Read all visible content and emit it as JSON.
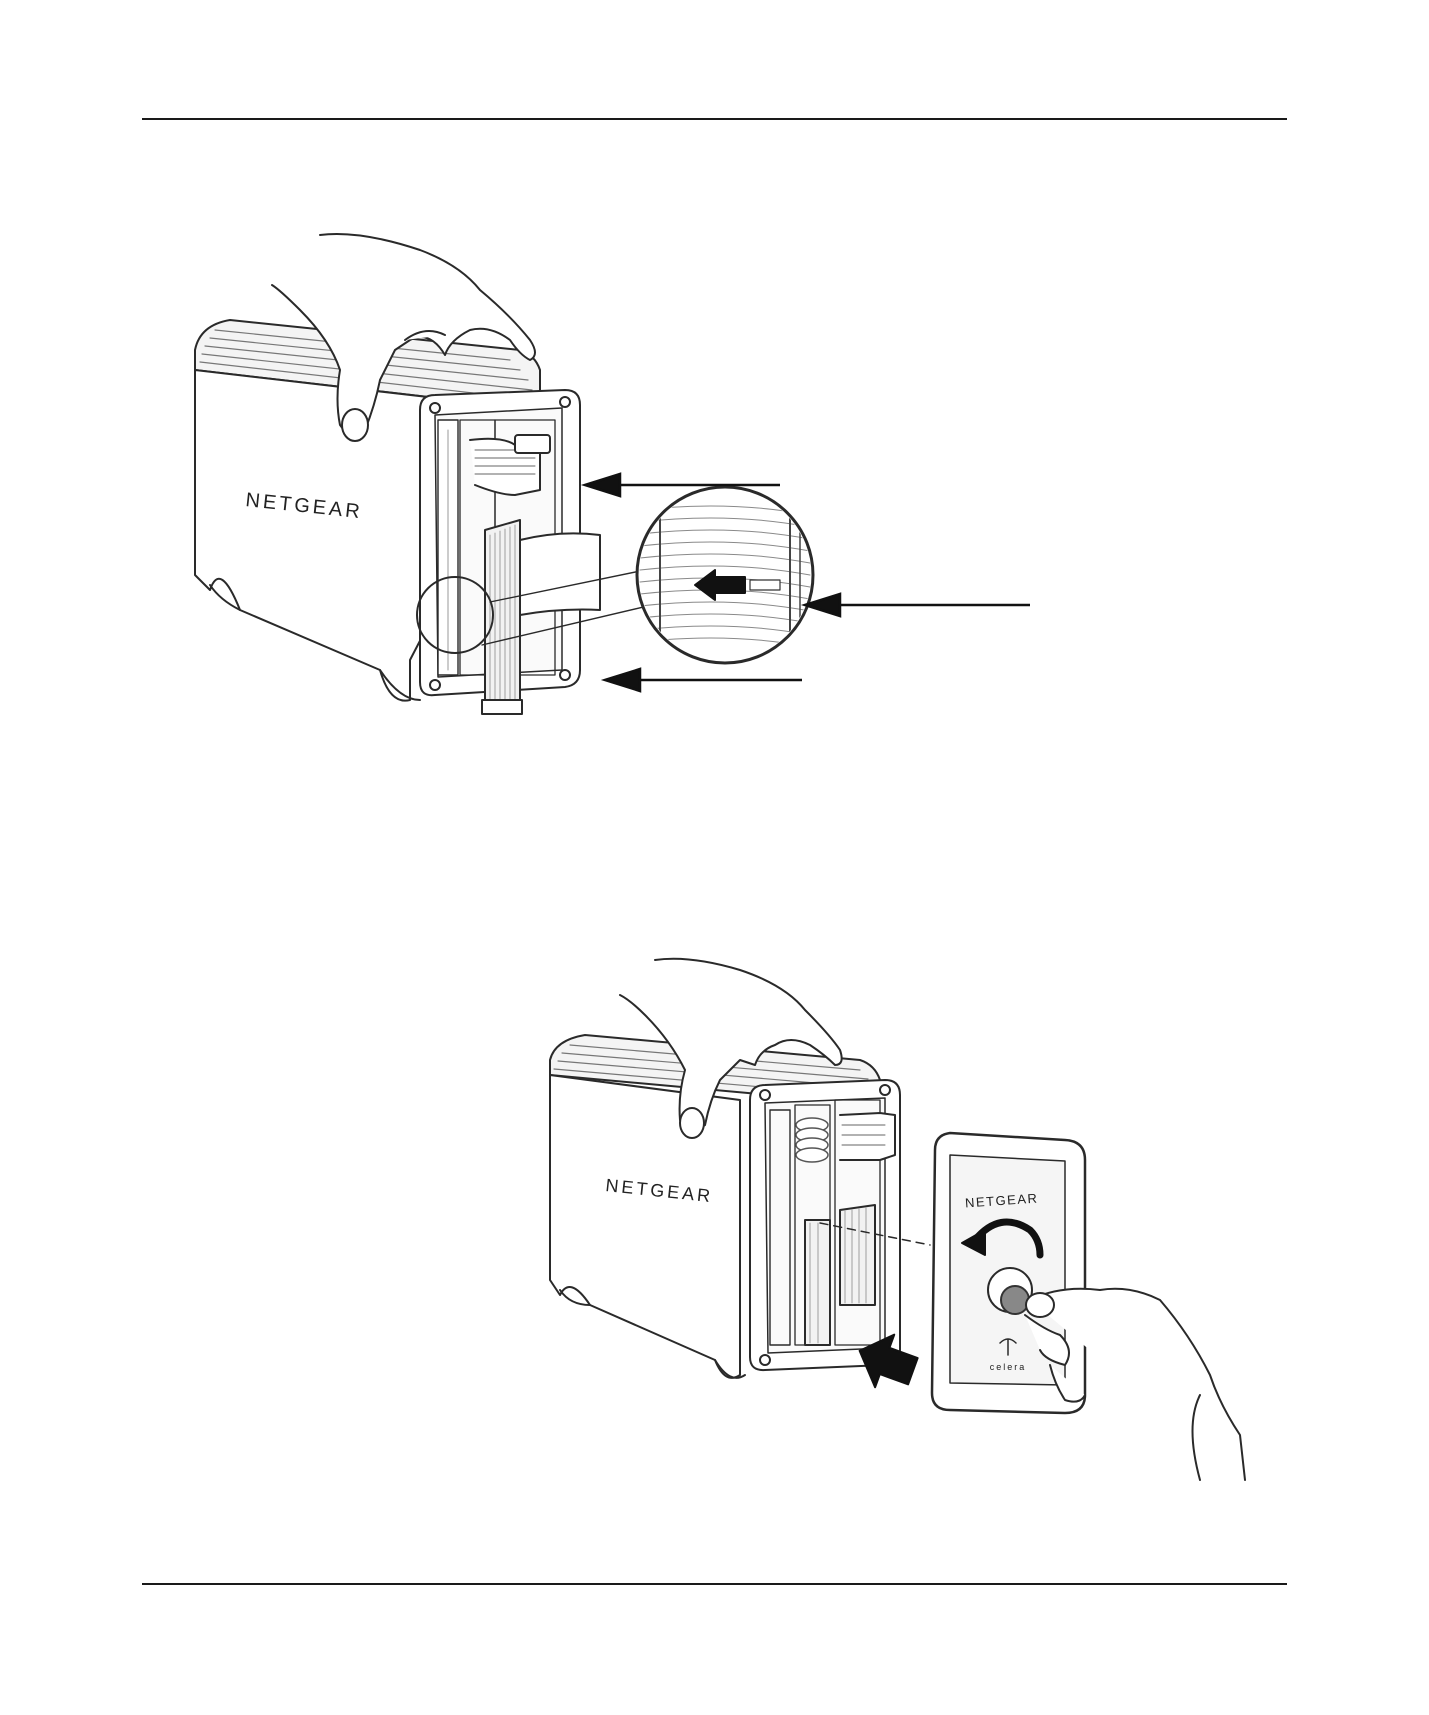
{
  "page": {
    "figure_top": {
      "brand_label": "NETGEAR",
      "icons": [
        "hand-icon",
        "storage-enclosure-icon",
        "ribbon-cable-icon",
        "magnifier-callout-icon",
        "callout-arrow-icon"
      ]
    },
    "figure_bottom": {
      "brand_label": "NETGEAR",
      "cover_brand_label": "NETGEAR",
      "cover_logo_label": "celera",
      "icons": [
        "hand-icon",
        "storage-enclosure-icon",
        "front-cover-icon",
        "key-lock-icon",
        "rotate-arrow-icon",
        "insert-arrow-icon"
      ]
    }
  }
}
